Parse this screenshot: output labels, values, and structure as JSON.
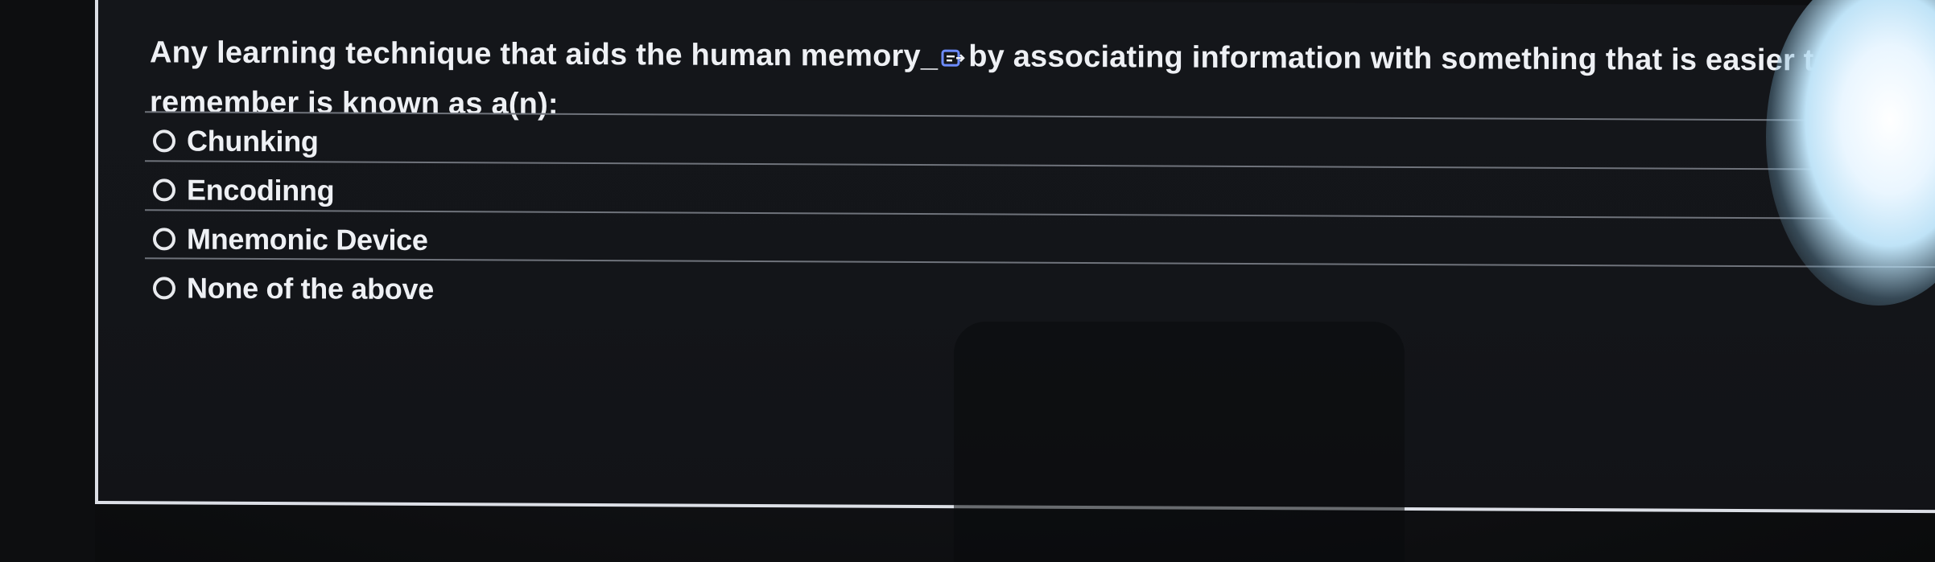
{
  "question": {
    "part1": "Any learning technique that aids the human memory_",
    "part2": "by associating information with something that is easier to remember is known as a(n):"
  },
  "options": [
    {
      "label": "Chunking",
      "selected": false
    },
    {
      "label": "Encodinng",
      "selected": false
    },
    {
      "label": "Mnemonic Device",
      "selected": false
    },
    {
      "label": "None of the above",
      "selected": false
    }
  ],
  "icons": {
    "inline": "immersive-reader-icon",
    "radio": "radio-empty-icon"
  },
  "colors": {
    "background": "#121317",
    "text": "#eef0f4",
    "divider": "#6f737b",
    "icon_accent": "#6d8cff"
  }
}
